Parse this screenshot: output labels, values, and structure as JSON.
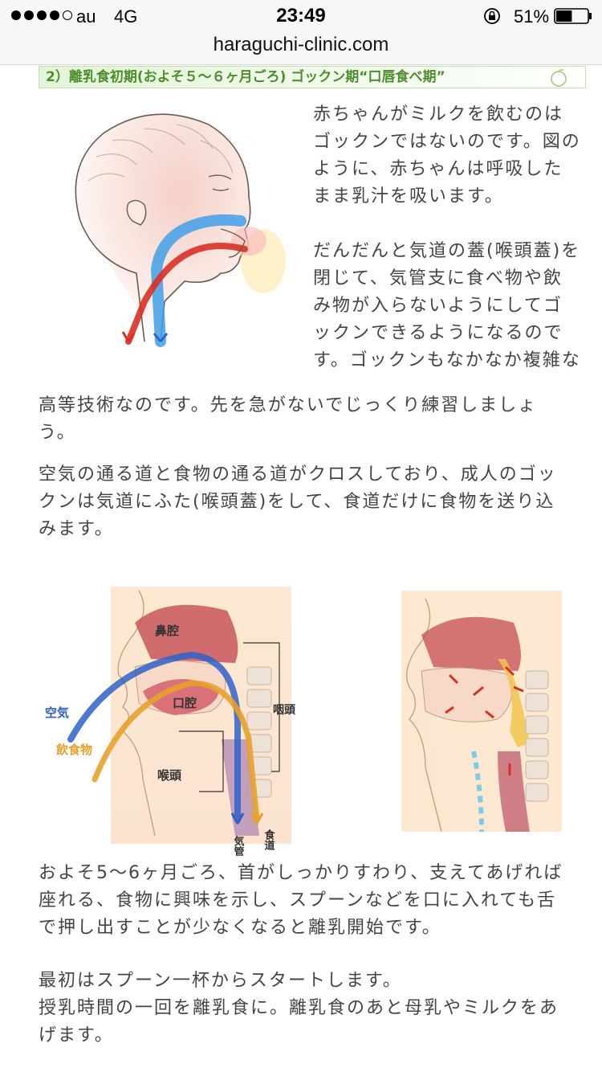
{
  "status_bar": {
    "carrier": "au",
    "network": "4G",
    "time": "23:49",
    "battery": "51%",
    "signal_bars": 4,
    "signal_total": 5,
    "battery_level": 0.51
  },
  "url": "haraguchi-clinic.com",
  "heading": "2）離乳食初期(およそ５～６ヶ月ごろ) ゴックン期“口唇食べ期”",
  "intro_para1": [
    "赤ちゃんがミルクを飲むのは",
    "ゴックンではないのです。図の",
    "ように、赤ちゃんは呼吸した",
    "まま乳汁を吸います。"
  ],
  "intro_para2": [
    "だんだんと気道の蓋(喉頭蓋)を",
    "閉じて、気管支に食べ物や飲",
    "み物が入らないようにしてゴ",
    "ックンできるようになるので",
    "す。ゴックンもなかなか複雑な"
  ],
  "intro_para2_cont": [
    "高等技術なのです。先を急がないでじっくり練習しましょ",
    "う。"
  ],
  "para3": [
    "空気の通る道と食物の通る道がクロスしており、成人のゴッ",
    "クンは気道にふた(喉頭蓋)をして、食道だけに食物を送り込",
    "みます。"
  ],
  "diagram_labels": {
    "nasal": "鼻腔",
    "oral": "口腔",
    "pharynx": "咽頭",
    "larynx": "喉頭",
    "air": "空気",
    "food": "飲食物",
    "trachea": "気管",
    "esophagus": "食道"
  },
  "para4": [
    "およそ5〜6ヶ月ごろ、首がしっかりすわり、支えてあげれば",
    "座れる、食物に興味を示し、スプーンなどを口に入れても舌",
    "で押し出すことが少なくなると離乳開始です。"
  ],
  "para5": [
    "最初はスプーン一杯からスタートします。",
    "授乳時間の一回を離乳食に。離乳食のあと母乳やミルクをあ",
    "げます。"
  ],
  "colors": {
    "heading_text": "#4c8f2c",
    "air_path": "#2f62c8",
    "food_path": "#e7a12a",
    "airway_blue": "#3fa0e8",
    "milk_red": "#d93025"
  }
}
